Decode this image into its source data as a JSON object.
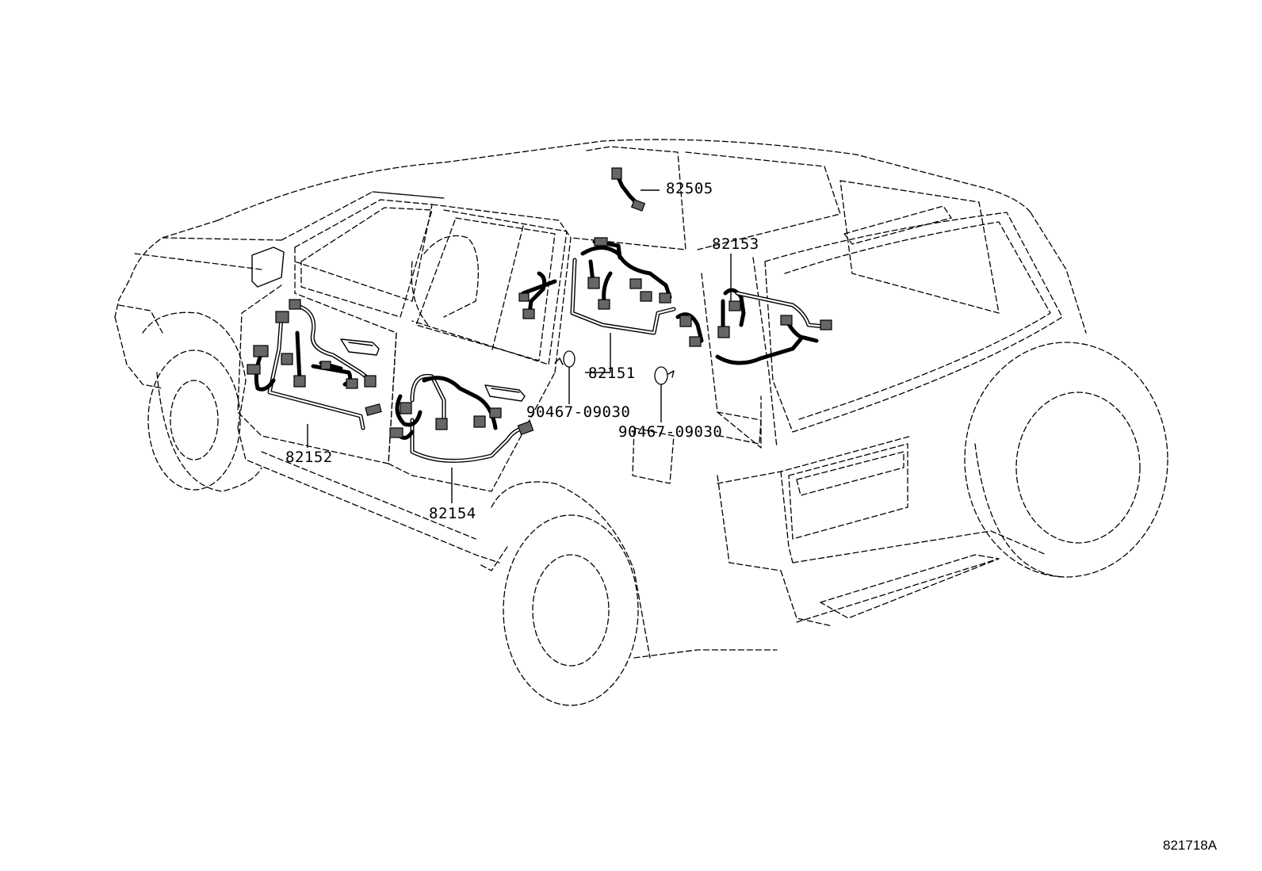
{
  "diagram": {
    "subject": "vehicle-door-wiring-harness-exploded-view",
    "part_labels": {
      "p82505": "82505",
      "p82153": "82153",
      "p82151": "82151",
      "p90467_a": "90467-09030",
      "p90467_b": "90467-09030",
      "p82152": "82152",
      "p82154": "82154"
    },
    "reference_code": "821718A"
  }
}
